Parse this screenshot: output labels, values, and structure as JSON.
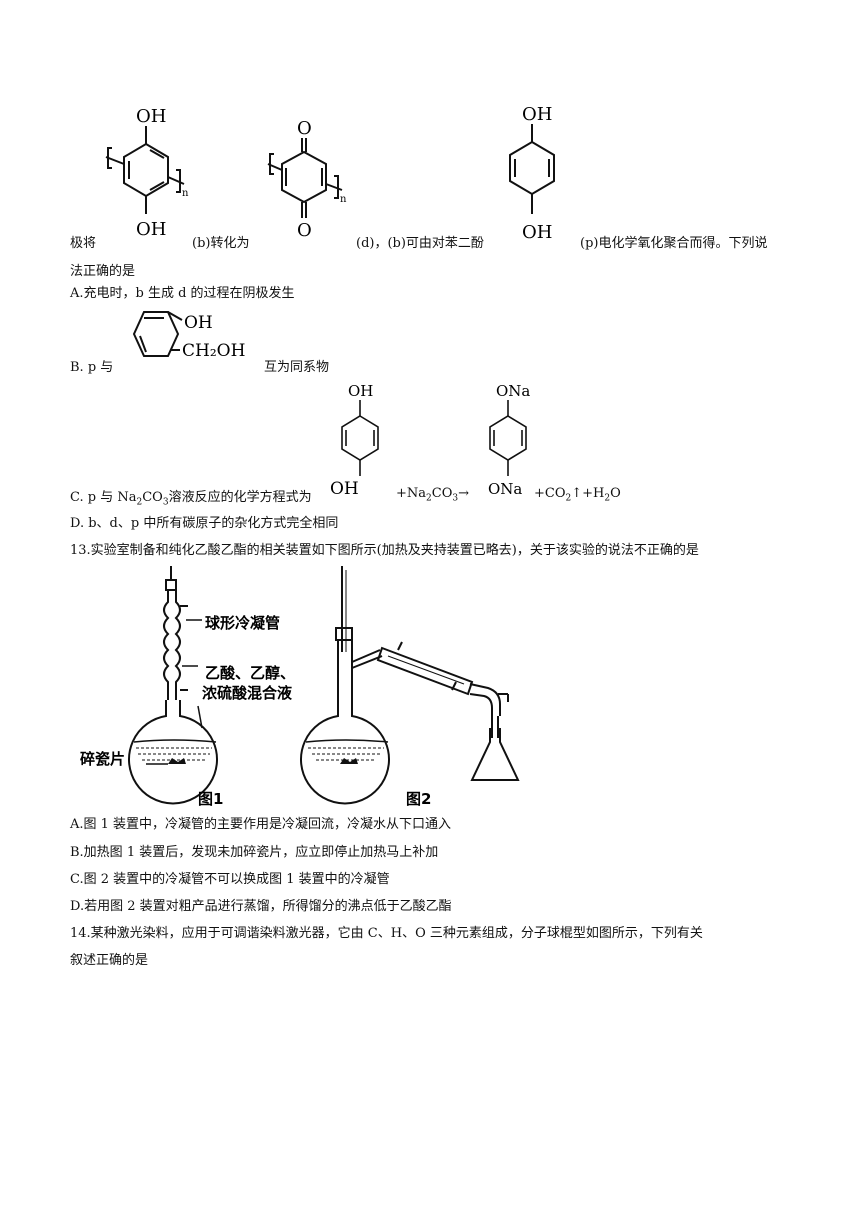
{
  "structures": {
    "b_oh": "OH",
    "b_n": "n",
    "d_o": "O",
    "d_n": "n",
    "p_oh": "OH",
    "optB_oh": "OH",
    "optB_ch2oh": "CH₂OH",
    "optC_oh": "OH",
    "optC_ona": "ONa"
  },
  "q12": {
    "intro_a": "极将",
    "intro_b": "(b)转化为",
    "intro_c": "(d)，(b)可由对苯二酚",
    "intro_d": "(p)电化学氧化聚合而得。下列说",
    "intro_e": "法正确的是",
    "optA": "A.充电时，b 生成 d 的过程在阴极发生",
    "optB_pre": "B. p 与",
    "optB_post": "互为同系物",
    "optC_pre": "C. p 与",
    "optC_reagent_a": "Na",
    "optC_reagent_sub1": "2",
    "optC_reagent_b": "CO",
    "optC_reagent_sub2": "3",
    "optC_mid": "溶液反应的化学方程式为",
    "optC_plus": "+Na",
    "optC_sub1": "2",
    "optC_co": "CO",
    "optC_sub2": "3",
    "optC_arrow": "→",
    "optC_prod": "+CO",
    "optC_sub3": "2",
    "optC_gas": "↑+H",
    "optC_sub4": "2",
    "optC_o": "O",
    "optD": "D. b、d、p 中所有碳原子的杂化方式完全相同"
  },
  "q13": {
    "stem": "13.实验室制备和纯化乙酸乙酯的相关装置如下图所示(加热及夹持装置已略去)，关于该实验的说法不正确的是",
    "fig_label_condenser": "球形冷凝管",
    "fig_label_mix1": "乙酸、乙醇、",
    "fig_label_mix2": "浓硫酸混合液",
    "fig_label_chips": "碎瓷片",
    "fig1": "图1",
    "fig2": "图2",
    "optA": "A.图 1 装置中，冷凝管的主要作用是冷凝回流，冷凝水从下口通入",
    "optB": "B.加热图 1 装置后，发现未加碎瓷片，应立即停止加热马上补加",
    "optC": "C.图 2 装置中的冷凝管不可以换成图 1 装置中的冷凝管",
    "optD": "D.若用图 2 装置对粗产品进行蒸馏，所得馏分的沸点低于乙酸乙酯"
  },
  "q14": {
    "stem1": "14.某种激光染料，应用于可调谐染料激光器，它由 C、H、O 三种元素组成，分子球棍型如图所示，下列有关",
    "stem2": "叙述正确的是"
  }
}
